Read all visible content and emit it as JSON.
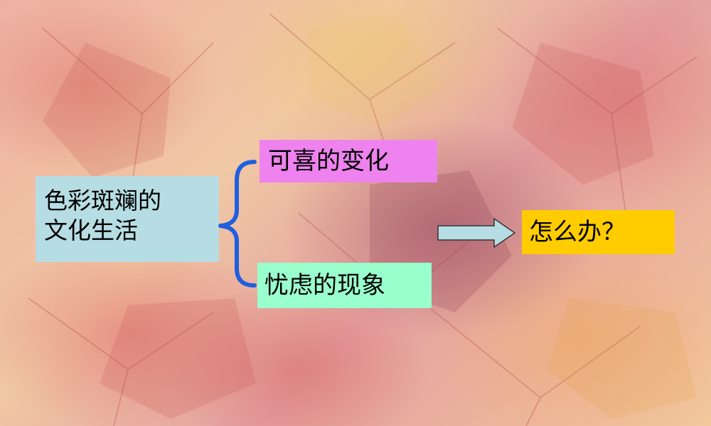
{
  "diagram": {
    "root": {
      "line1": "色彩斑斓的",
      "line2": "文化生活"
    },
    "branches": {
      "positive": "可喜的变化",
      "negative": "忧虑的现象"
    },
    "conclusion": "怎么办？"
  },
  "colors": {
    "root_fill": "#b7dde4",
    "positive_fill": "#ee82ee",
    "negative_fill": "#99ffcc",
    "conclusion_fill": "#ffcc00",
    "brace": "#1f5fe0",
    "arrow_fill": "#b7dde4"
  }
}
